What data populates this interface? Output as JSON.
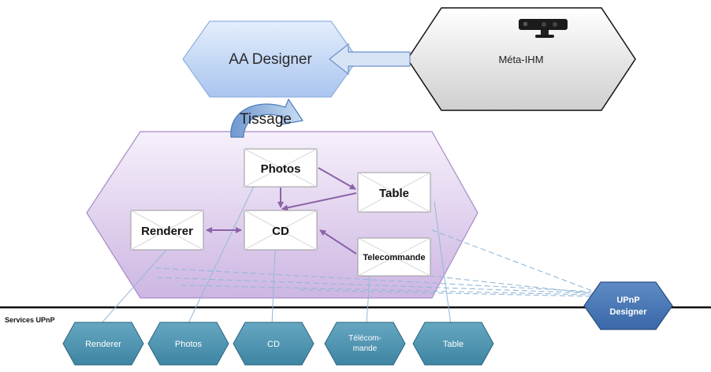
{
  "diagram": {
    "aa_designer": "AA Designer",
    "meta_ihm": "Méta-IHM",
    "tissage": "Tissage",
    "components": {
      "photos": "Photos",
      "table": "Table",
      "renderer": "Renderer",
      "cd": "CD",
      "telecommande": "Telecommande"
    },
    "services_label": "Services UPnP",
    "upnp_designer": [
      "UPnP",
      "Designer"
    ],
    "services": {
      "renderer": "Renderer",
      "photos": "Photos",
      "cd": "CD",
      "telecommande": [
        "Télécom-",
        "mande"
      ],
      "table": "Table"
    }
  }
}
